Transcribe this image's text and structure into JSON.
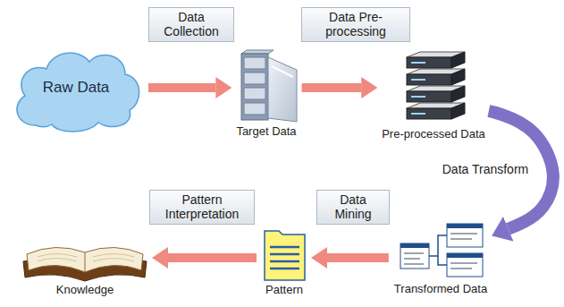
{
  "diagram": {
    "nodes": [
      {
        "text": [
          "Raw Data"
        ]
      },
      {
        "text": [
          "Target Data"
        ]
      },
      {
        "text": [
          "Pre-processed Data"
        ]
      },
      {
        "text": [
          "Transformed Data"
        ]
      },
      {
        "text": [
          "Pattern"
        ]
      },
      {
        "text": [
          "Knowledge"
        ]
      }
    ],
    "edges": [
      {
        "from": 0,
        "to": 1,
        "arrow": "to",
        "label": "Data Collection"
      },
      {
        "from": 1,
        "to": 2,
        "arrow": "to",
        "label": "Data Pre-processing"
      },
      {
        "from": 2,
        "to": 3,
        "arrow": "to",
        "label": "Data Transform"
      },
      {
        "from": 3,
        "to": 4,
        "arrow": "to",
        "label": "Data Mining"
      },
      {
        "from": 4,
        "to": 5,
        "arrow": "to",
        "label": "Pattern Interpretation"
      }
    ]
  }
}
